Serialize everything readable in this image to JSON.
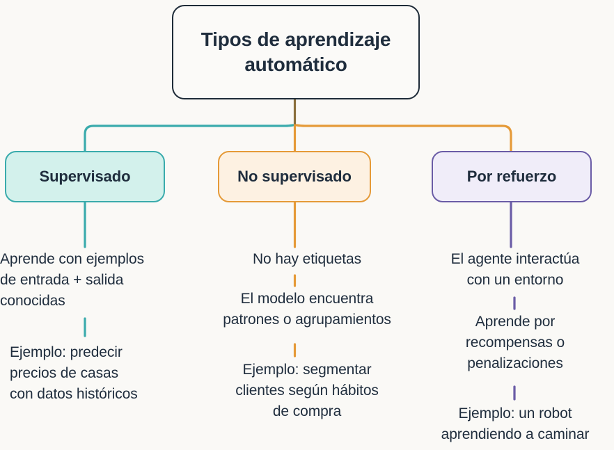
{
  "diagram": {
    "title": "Tipos de aprendizaje automático",
    "background_color": "#faf9f6",
    "text_color": "#1f2d3d",
    "root": {
      "label": "Tipos de aprendizaje\nautomático",
      "border_color": "#1e2b38",
      "fill_color": "#fbfaf8"
    },
    "branches": [
      {
        "id": "supervisado",
        "label": "Supervisado",
        "accent_color": "#3aabac",
        "fill_color": "#d3f1ec",
        "details": [
          "Aprende con ejemplos\nde entrada + salida\nconocidas",
          "Ejemplo: predecir\nprecios de casas\ncon datos históricos"
        ]
      },
      {
        "id": "no-supervisado",
        "label": "No supervisado",
        "accent_color": "#e59a38",
        "fill_color": "#fdf1e2",
        "details": [
          "No hay etiquetas",
          "El modelo encuentra\npatrones o agrupamientos",
          "Ejemplo: segmentar\nclientes según hábitos\nde compra"
        ]
      },
      {
        "id": "por-refuerzo",
        "label": "Por refuerzo",
        "accent_color": "#6a5ca6",
        "fill_color": "#f0edf9",
        "details": [
          "El agente interactúa\ncon un entorno",
          "Aprende por\nrecompensas o\npenalizaciones",
          "Ejemplo: un robot\naprendiendo a caminar"
        ]
      }
    ]
  }
}
